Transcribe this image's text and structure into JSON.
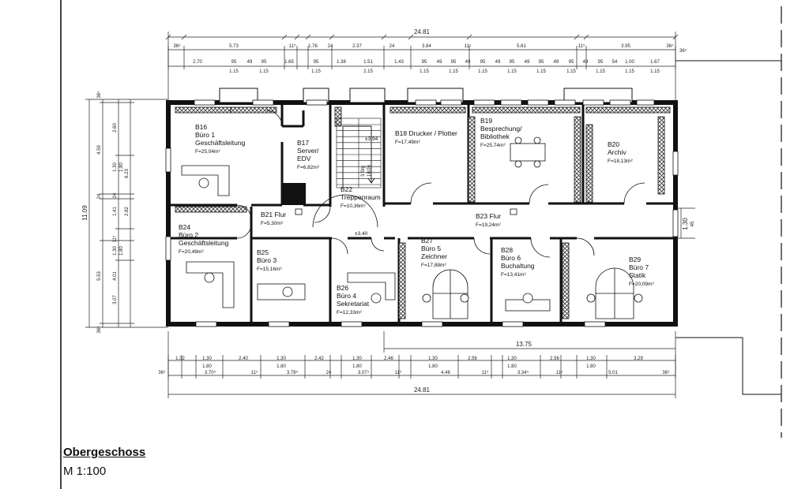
{
  "title": "Obergeschoss",
  "scale": "M 1:100",
  "top": {
    "total": "24.81",
    "row1": [
      "36⁵",
      "5.73",
      "11⁵",
      "1.76",
      "24",
      "2.37",
      "24",
      "3.84",
      "11⁵",
      "5.61",
      "11⁵",
      "3.95",
      "36⁵"
    ],
    "row2": [
      "2.70",
      "95",
      "49",
      "95",
      "1.65",
      "95",
      "1.38",
      "1.51",
      "1.43",
      "95",
      "49",
      "95",
      "49",
      "95",
      "49",
      "95",
      "49",
      "95",
      "49",
      "95",
      "49",
      "95",
      "54",
      "1.00",
      "1.67"
    ],
    "row3": [
      "1.15",
      "1.15",
      "1.15",
      "2.15",
      "1.15",
      "1.15",
      "1.15",
      "1.15",
      "1.15",
      "1.15",
      "1.15",
      "1.15",
      "1.15"
    ]
  },
  "bottom": {
    "row1": [
      "1.32",
      "1.30",
      "2.40",
      "1.30",
      "2.42",
      "1.30",
      "2.46",
      "1.30",
      "2.56",
      "1.30",
      "2.56",
      "1.30",
      "3.29"
    ],
    "row1sub": [
      "1.80",
      "1.80",
      "1.80",
      "1.80",
      "1.80",
      "1.80"
    ],
    "row2": [
      "36⁵",
      "3.70⁵",
      "11⁵",
      "3.78⁵",
      "24",
      "3.07⁵",
      "11⁵",
      "4.46",
      "11⁵",
      "3.34⁵",
      "11⁵",
      "5.01",
      "36⁵"
    ],
    "total": "24.81",
    "right": "13.75"
  },
  "left": {
    "total": "11.09",
    "col2": [
      "36⁵",
      "4.59",
      "24",
      "5.53",
      "36⁵"
    ],
    "col3": [
      "2.60",
      "1.30",
      "1.41",
      "24",
      "11⁵",
      "1.30",
      "4.01",
      "3.07"
    ],
    "col3sub": [
      "1.80",
      "6.23",
      "2.82",
      "1.80"
    ]
  },
  "right": {
    "dim": "1.30",
    "sub": "45",
    "top": "36⁵"
  },
  "rooms": [
    {
      "id": "B16",
      "name": "Büro 1",
      "name2": "Geschäftsleitung",
      "area": "F=25,04m²"
    },
    {
      "id": "B17",
      "name": "Server/",
      "name2": "EDV",
      "area": "F=6,82m²"
    },
    {
      "id": "B18",
      "name": "Drucker / Plotter",
      "name2": "",
      "area": "F=17,49m²"
    },
    {
      "id": "B19",
      "name": "Besprechung/",
      "name2": "Bibliothek",
      "area": "F=25,74m²"
    },
    {
      "id": "B20",
      "name": "Archiv",
      "name2": "",
      "area": "F=18,13m²"
    },
    {
      "id": "B21",
      "name": "Flur",
      "name2": "",
      "area": "F=5,30m²"
    },
    {
      "id": "B22",
      "name": "Treppenraum",
      "name2": "",
      "area": "F=10,36m²"
    },
    {
      "id": "B23",
      "name": "Flur",
      "name2": "",
      "area": "F=19,24m²"
    },
    {
      "id": "B24",
      "name": "Büro 2",
      "name2": "Geschäftsleitung",
      "area": "F=20,49m²"
    },
    {
      "id": "B25",
      "name": "Büro 3",
      "name2": "",
      "area": "F=15,16m²"
    },
    {
      "id": "B26",
      "name": "Büro 4",
      "name2": "Sekretariat",
      "area": "F=12,33m²"
    },
    {
      "id": "B27",
      "name": "Büro 5",
      "name2": "Zeichner",
      "area": "F=17,88m²"
    },
    {
      "id": "B28",
      "name": "Büro 6",
      "name2": "Buchaltung",
      "area": "F=13,41m²"
    },
    {
      "id": "B29",
      "name": "Büro 7",
      "name2": "Statik",
      "area": "F=20,09m²"
    }
  ],
  "levels": {
    "upper": "±3.94",
    "lower": "±3.40"
  },
  "stair": {
    "label": "3 Stg",
    "steps": "18/26"
  }
}
